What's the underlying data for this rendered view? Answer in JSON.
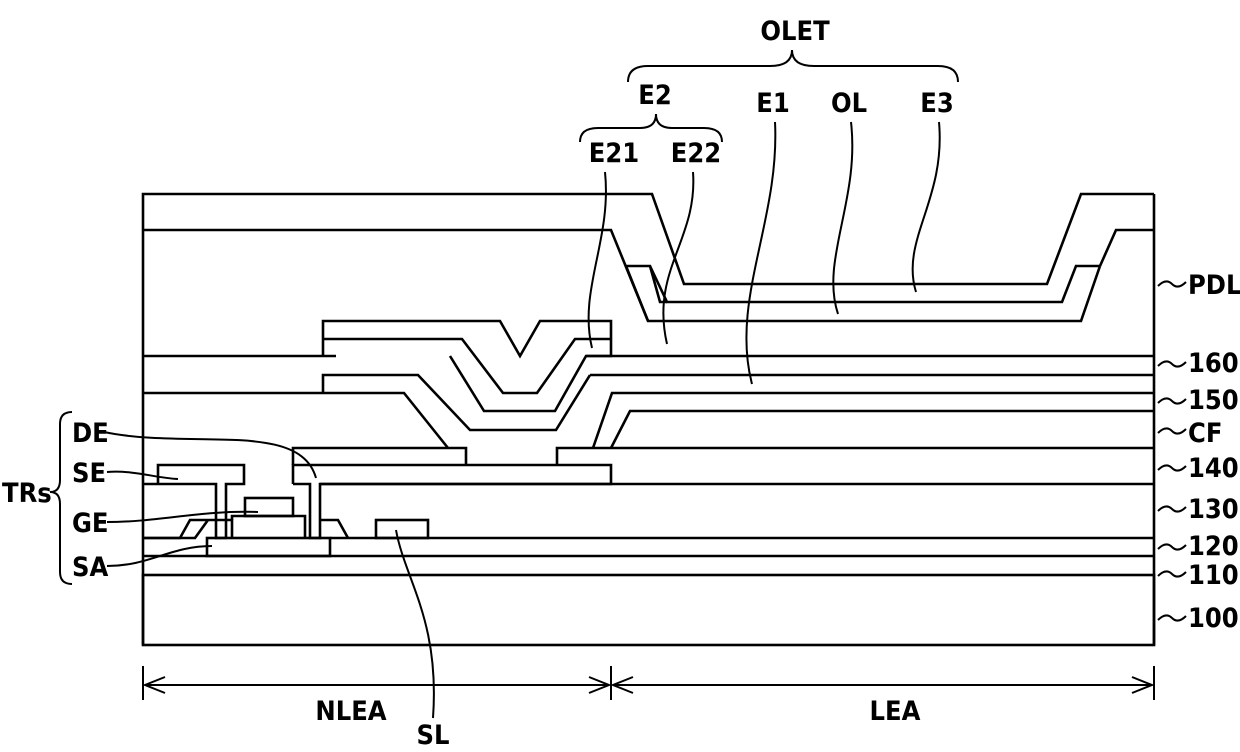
{
  "figure": {
    "labels": {
      "olet": "OLET",
      "e2": "E2",
      "e21": "E21",
      "e22": "E22",
      "e1": "E1",
      "ol": "OL",
      "e3": "E3",
      "pdl": "PDL",
      "l160": "160",
      "l150": "150",
      "cf": "CF",
      "l140": "140",
      "l130": "130",
      "l120": "120",
      "l110": "110",
      "l100": "100",
      "trs": "TRs",
      "de": "DE",
      "se": "SE",
      "ge": "GE",
      "sa": "SA",
      "sl": "SL",
      "nlea": "NLEA",
      "lea": "LEA"
    }
  }
}
